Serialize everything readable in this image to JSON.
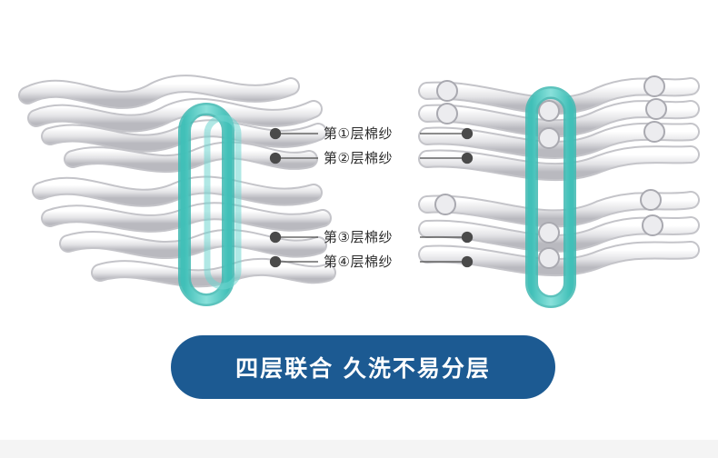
{
  "labels": [
    {
      "text": "第①层棉纱"
    },
    {
      "text": "第②层棉纱"
    },
    {
      "text": "第③层棉纱"
    },
    {
      "text": "第④层棉纱"
    }
  ],
  "banner": {
    "text": "四层联合 久洗不易分层"
  },
  "colors": {
    "banner_bg": "#1c5a92",
    "banner_text": "#ffffff",
    "yarn": "#e7e7e9",
    "yarn_shadow": "#bdbdc2",
    "loop": "#5fd0c9",
    "leader_line": "#4a4a4a"
  },
  "icons": {
    "left_figure": "woven-yarn-layers-illustration",
    "right_figure": "cross-section-yarn-layers-illustration"
  }
}
